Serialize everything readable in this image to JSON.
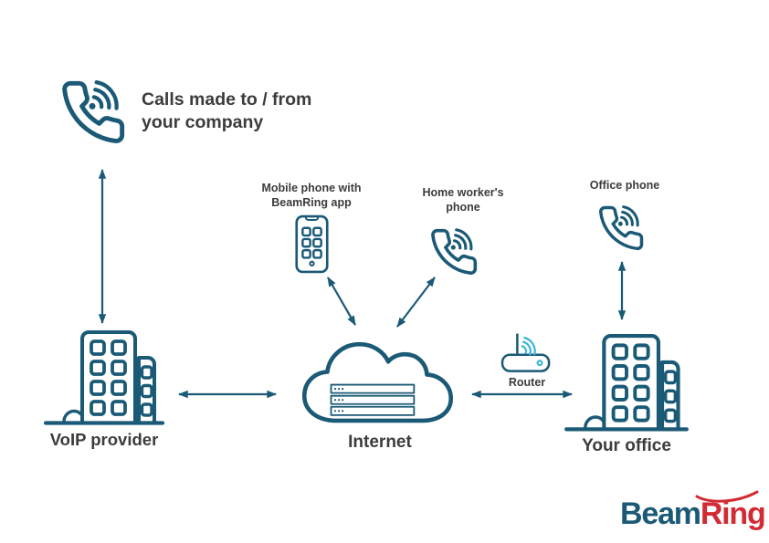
{
  "title": "VoIP network diagram",
  "colors": {
    "teal": "#1b5a76",
    "cyan": "#3bb6d9",
    "text": "#3c3c3c",
    "red": "#d32b33",
    "background": "#ffffff"
  },
  "nodes": {
    "calls": {
      "label": "Calls made to / from\nyour company",
      "icon": "phone-call-icon"
    },
    "voip_provider": {
      "label": "VoIP provider",
      "icon": "office-building-icon"
    },
    "internet": {
      "label": "Internet",
      "icon": "cloud-servers-icon"
    },
    "mobile_phone": {
      "label": "Mobile phone with\nBeamRing app",
      "icon": "smartphone-icon"
    },
    "home_worker_phone": {
      "label": "Home worker's\nphone",
      "icon": "phone-call-icon"
    },
    "office_phone": {
      "label": "Office phone",
      "icon": "phone-call-icon"
    },
    "router": {
      "label": "Router",
      "icon": "wifi-router-icon"
    },
    "your_office": {
      "label": "Your office",
      "icon": "office-building-icon"
    }
  },
  "connections": [
    {
      "from": "calls",
      "to": "voip_provider",
      "bidirectional": true
    },
    {
      "from": "voip_provider",
      "to": "internet",
      "bidirectional": true
    },
    {
      "from": "internet",
      "to": "mobile_phone",
      "bidirectional": true
    },
    {
      "from": "internet",
      "to": "home_worker_phone",
      "bidirectional": true
    },
    {
      "from": "internet",
      "to": "your_office",
      "via": "router",
      "bidirectional": true
    },
    {
      "from": "your_office",
      "to": "office_phone",
      "bidirectional": true
    }
  ],
  "logo": {
    "beam": "Beam",
    "ring": "Ring"
  }
}
